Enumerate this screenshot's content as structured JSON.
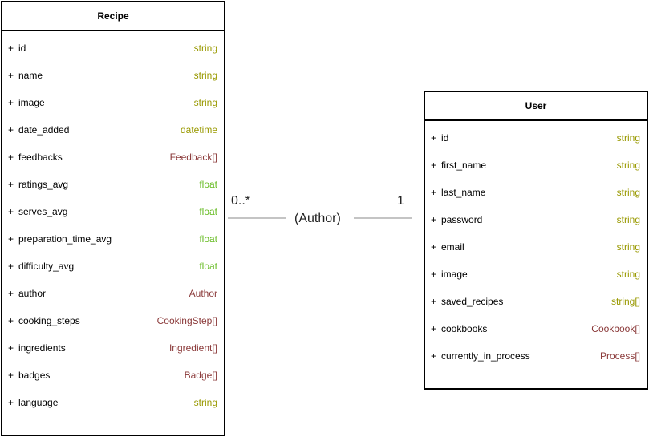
{
  "recipe": {
    "title": "Recipe",
    "fields": [
      {
        "name": "id",
        "type": "string",
        "kind": "primitive"
      },
      {
        "name": "name",
        "type": "string",
        "kind": "primitive"
      },
      {
        "name": "image",
        "type": "string",
        "kind": "primitive"
      },
      {
        "name": "date_added",
        "type": "datetime",
        "kind": "primitive"
      },
      {
        "name": "feedbacks",
        "type": "Feedback[]",
        "kind": "complex"
      },
      {
        "name": "ratings_avg",
        "type": "float",
        "kind": "float"
      },
      {
        "name": "serves_avg",
        "type": "float",
        "kind": "float"
      },
      {
        "name": "preparation_time_avg",
        "type": "float",
        "kind": "float"
      },
      {
        "name": "difficulty_avg",
        "type": "float",
        "kind": "float"
      },
      {
        "name": "author",
        "type": "Author",
        "kind": "complex"
      },
      {
        "name": "cooking_steps",
        "type": "CookingStep[]",
        "kind": "complex"
      },
      {
        "name": "ingredients",
        "type": "Ingredient[]",
        "kind": "complex"
      },
      {
        "name": "badges",
        "type": "Badge[]",
        "kind": "complex"
      },
      {
        "name": "language",
        "type": "string",
        "kind": "primitive"
      }
    ]
  },
  "user": {
    "title": "User",
    "fields": [
      {
        "name": "id",
        "type": "string",
        "kind": "primitive"
      },
      {
        "name": "first_name",
        "type": "string",
        "kind": "primitive"
      },
      {
        "name": "last_name",
        "type": "string",
        "kind": "primitive"
      },
      {
        "name": "password",
        "type": "string",
        "kind": "primitive"
      },
      {
        "name": "email",
        "type": "string",
        "kind": "primitive"
      },
      {
        "name": "image",
        "type": "string",
        "kind": "primitive"
      },
      {
        "name": "saved_recipes",
        "type": "string[]",
        "kind": "primitive"
      },
      {
        "name": "cookbooks",
        "type": "Cookbook[]",
        "kind": "complex"
      },
      {
        "name": "currently_in_process",
        "type": "Process[]",
        "kind": "complex"
      }
    ]
  },
  "relationship": {
    "label": "(Author)",
    "recipe_multiplicity": "0..*",
    "user_multiplicity": "1"
  },
  "visibility_marker": "+",
  "colors": {
    "primitive_type": "#999900",
    "float_type": "#66bb22",
    "complex_type": "#8b3a3a",
    "connector": "#c4c4c4",
    "border": "#000000"
  }
}
